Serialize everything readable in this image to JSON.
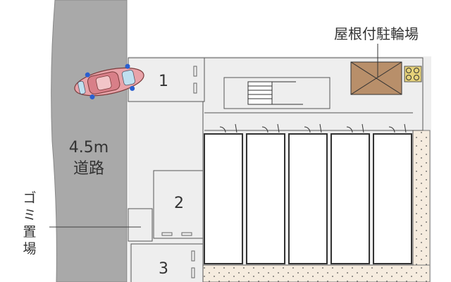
{
  "road": {
    "width_label": "4.5m",
    "name_label": "道路",
    "color": "#a9a9a9"
  },
  "parking_spaces": [
    {
      "number": "1"
    },
    {
      "number": "2"
    },
    {
      "number": "3"
    }
  ],
  "garbage_label": "ゴミ置場",
  "garbage_label_chars": [
    "ゴ",
    "ミ",
    "置",
    "場"
  ],
  "bike_parking_label": "屋根付駐輪場",
  "colors": {
    "lot": "#eeeeee",
    "building_outline": "#333333",
    "planting_strip": "#f6ecdf",
    "bike_roof": "#b88f6a",
    "car_body": "#e9a3a9",
    "bike_icon": "#e6d27a"
  },
  "units_count": 5
}
